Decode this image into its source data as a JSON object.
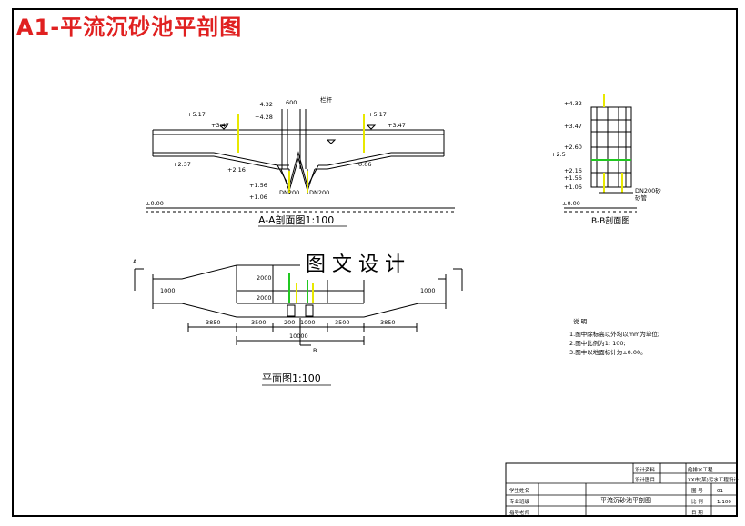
{
  "title": "A1-平流沉砂池平剖图",
  "watermark": "图 文 设 计",
  "section_aa": {
    "caption": "A-A剖面图1:100",
    "elevations": {
      "top_left": "+5.17",
      "left_mid": "+3.47",
      "top_center_1": "+4.32",
      "top_center_2": "+4.28",
      "right_top": "+5.17",
      "right_mid": "+3.47",
      "left_low": "+2.37",
      "center_left": "+2.16",
      "right_low": "0.06",
      "low_1": "+1.56",
      "low_2": "+1.06",
      "ground": "±0.00"
    },
    "width_label": "600",
    "note_label": "栏杆",
    "pipe_labels": [
      "DN200",
      "DN200"
    ]
  },
  "section_bb": {
    "caption": "B-B剖面图",
    "elevations": [
      "+4.32",
      "+3.47",
      "+2.60",
      "+2.16",
      "+1.56",
      "+1.06",
      "±0.00"
    ],
    "left_label": "+2.5",
    "pipe_label": "DN200砂",
    "pipe_sub": "砂管"
  },
  "plan": {
    "caption": "平面图1:100",
    "marker_a": "A",
    "marker_b": "B",
    "widths": [
      "1000",
      "2000",
      "2000",
      "1000"
    ],
    "dims": [
      "3850",
      "3500",
      "200",
      "1000",
      "3500",
      "3850"
    ],
    "total": "10000"
  },
  "notes": {
    "heading": "说  明",
    "items": [
      "1.图中除标高以外均以mm为单位;",
      "2.图中比例为1: 100;",
      "3.图中以地面标计为±0.00。"
    ]
  },
  "title_block": {
    "drawing_name": "平流沉砂池平剖图",
    "rows_left": [
      "学生姓名",
      "专业班级",
      "指导老师"
    ],
    "right_labels": [
      "图 号",
      "比 例",
      "日 期"
    ],
    "right_values": [
      "01",
      "1:100",
      ""
    ],
    "top_cells": [
      "设计资料",
      "给排水工程",
      "设计图目",
      "XX市(某)污水工程设计"
    ]
  }
}
